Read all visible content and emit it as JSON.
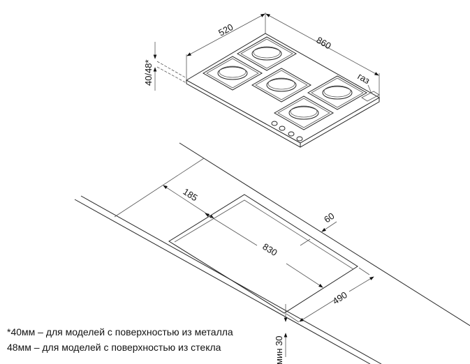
{
  "hob_dimensions": {
    "depth": "520",
    "width": "860",
    "height": "40/48*",
    "gas_label": "газ"
  },
  "cutout_dimensions": {
    "front_offset": "185",
    "length": "830",
    "back_offset": "60",
    "depth": "490",
    "min_thickness": "мин 30"
  },
  "notes": [
    "*40мм – для моделей с поверхностью из металла",
    "48мм – для моделей с поверхностью из стекла"
  ]
}
